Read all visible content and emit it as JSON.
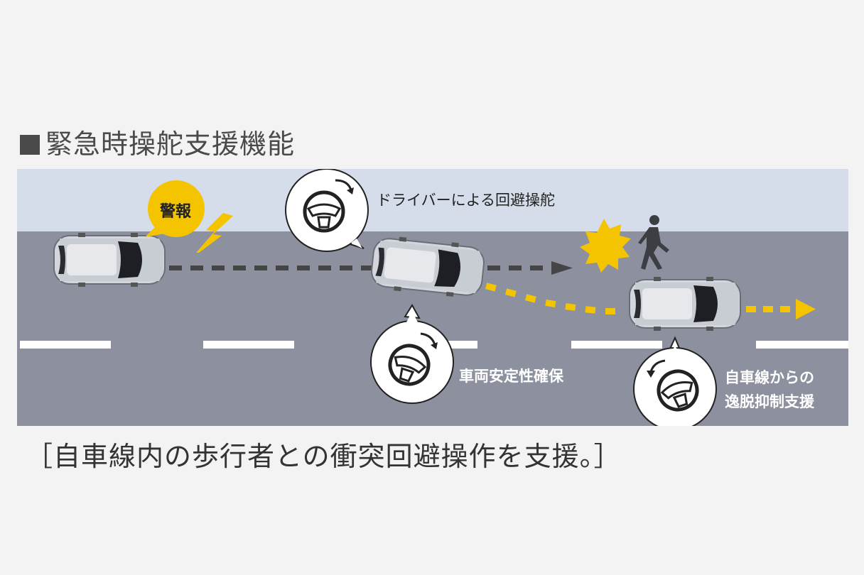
{
  "heading": {
    "marker": "■",
    "title": "緊急時操舵支援機能"
  },
  "warning": {
    "label": "警報"
  },
  "labels": {
    "driver_steer": "ドライバーによる回避操舵",
    "stability": "車両安定性確保",
    "lane_line1": "自車線からの",
    "lane_line2": "逸脱抑制支援"
  },
  "caption": "［自車線内の歩行者との衝突回避操作を支援。］",
  "colors": {
    "sky": "#d4dde9",
    "road": "#8d919f",
    "accent_yellow": "#f5c400",
    "dash_dark": "#454545",
    "lane_marking": "#ffffff"
  }
}
